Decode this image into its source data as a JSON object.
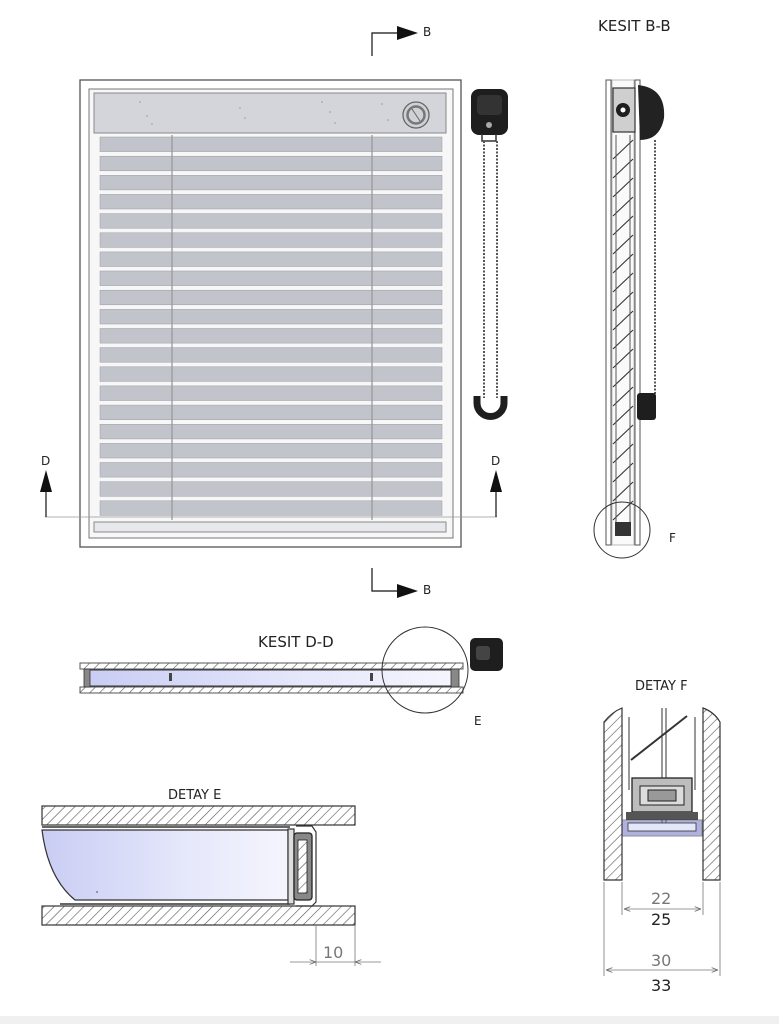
{
  "labels": {
    "section_bb": "KESIT B-B",
    "section_dd": "KESIT D-D",
    "detail_e": "DETAY E",
    "detail_f": "DETAY F",
    "marker_b": "B",
    "marker_d": "D",
    "callout_e": "E",
    "callout_f": "F"
  },
  "dimensions": {
    "e_gap": "10",
    "f_inner_22": "22",
    "f_inner_25": "25",
    "f_outer_30": "30",
    "f_outer_33": "33"
  },
  "colors": {
    "frame": "#555555",
    "slat": "#c2c4cc",
    "slat_gap": "#ffffff",
    "headrail": "#d4d5db",
    "glass": "#d6daf5",
    "hatch": "#666666",
    "mechanism": "#1e1e1e"
  }
}
